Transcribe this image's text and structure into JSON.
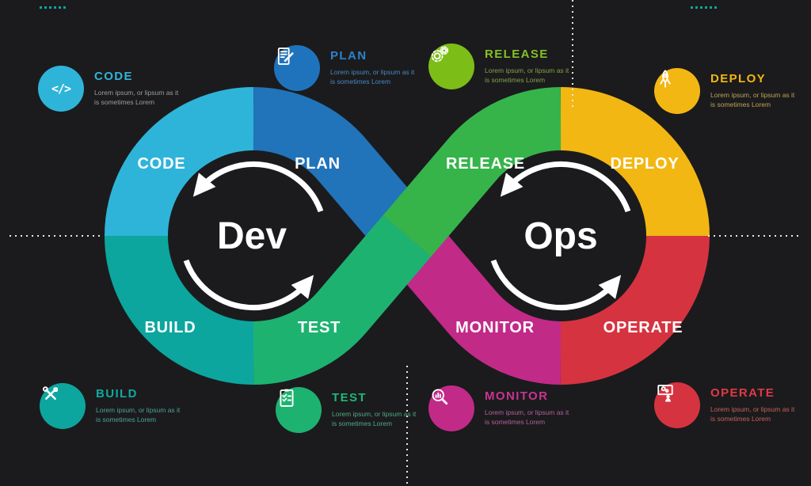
{
  "background": "#1b1b1d",
  "center": {
    "dev_label": "Dev",
    "ops_label": "Ops"
  },
  "segments": {
    "code": {
      "label": "CODE",
      "color": "#2fb4d9"
    },
    "plan": {
      "label": "PLAN",
      "color": "#2173ba"
    },
    "build": {
      "label": "BUILD",
      "color": "#0ca69e"
    },
    "test": {
      "label": "TEST",
      "color": "#1eb271"
    },
    "release": {
      "label": "RELEASE",
      "color": "#36b44a"
    },
    "deploy": {
      "label": "DEPLOY",
      "color": "#f2b712"
    },
    "monitor": {
      "label": "MONITOR",
      "color": "#c22a88"
    },
    "operate": {
      "label": "OPERATE",
      "color": "#d63340"
    }
  },
  "badges": [
    {
      "id": "code",
      "icon": "code-icon",
      "glyph": "</>",
      "label": "CODE",
      "circle_color": "#2fb4d9",
      "label_color": "#2fb4d9",
      "text": "Lorem ipsum, or lipsum as it is sometimes Lorem",
      "text_color": "#979ea2"
    },
    {
      "id": "plan",
      "icon": "plan-icon",
      "label": "PLAN",
      "circle_color": "#1f73bc",
      "label_color": "#2e82cd",
      "text": "Lorem ipsum, or lipsum as it is sometimes Lorem",
      "text_color": "#4a86c0"
    },
    {
      "id": "release",
      "icon": "release-icon",
      "label": "RELEASE",
      "circle_color": "#7cbd17",
      "label_color": "#84c125",
      "text": "Lorem ipsum, or lipsum as it is sometimes Lorem",
      "text_color": "#81a348"
    },
    {
      "id": "deploy",
      "icon": "deploy-icon",
      "label": "DEPLOY",
      "circle_color": "#f2b712",
      "label_color": "#f2b712",
      "text": "Lorem ipsum, or lipsum as it is sometimes Lorem",
      "text_color": "#bfa257"
    },
    {
      "id": "build",
      "icon": "build-icon",
      "label": "BUILD",
      "circle_color": "#0ca69e",
      "label_color": "#10a89f",
      "text": "Lorem ipsum, or lipsum as it is sometimes Lorem",
      "text_color": "#4da39a"
    },
    {
      "id": "test",
      "icon": "test-icon",
      "label": "TEST",
      "circle_color": "#1eb271",
      "label_color": "#1fb77a",
      "text": "Lorem ipsum, or lipsum as it is sometimes Lorem",
      "text_color": "#54a884"
    },
    {
      "id": "monitor",
      "icon": "monitor-icon",
      "label": "MONITOR",
      "circle_color": "#c22a88",
      "label_color": "#cb3392",
      "text": "Lorem ipsum, or lipsum as it is sometimes Lorem",
      "text_color": "#b55f9c"
    },
    {
      "id": "operate",
      "icon": "operate-icon",
      "label": "OPERATE",
      "circle_color": "#d63340",
      "label_color": "#e03a44",
      "text": "Lorem ipsum, or lipsum as it is sometimes Lorem",
      "text_color": "#c2605f"
    }
  ]
}
